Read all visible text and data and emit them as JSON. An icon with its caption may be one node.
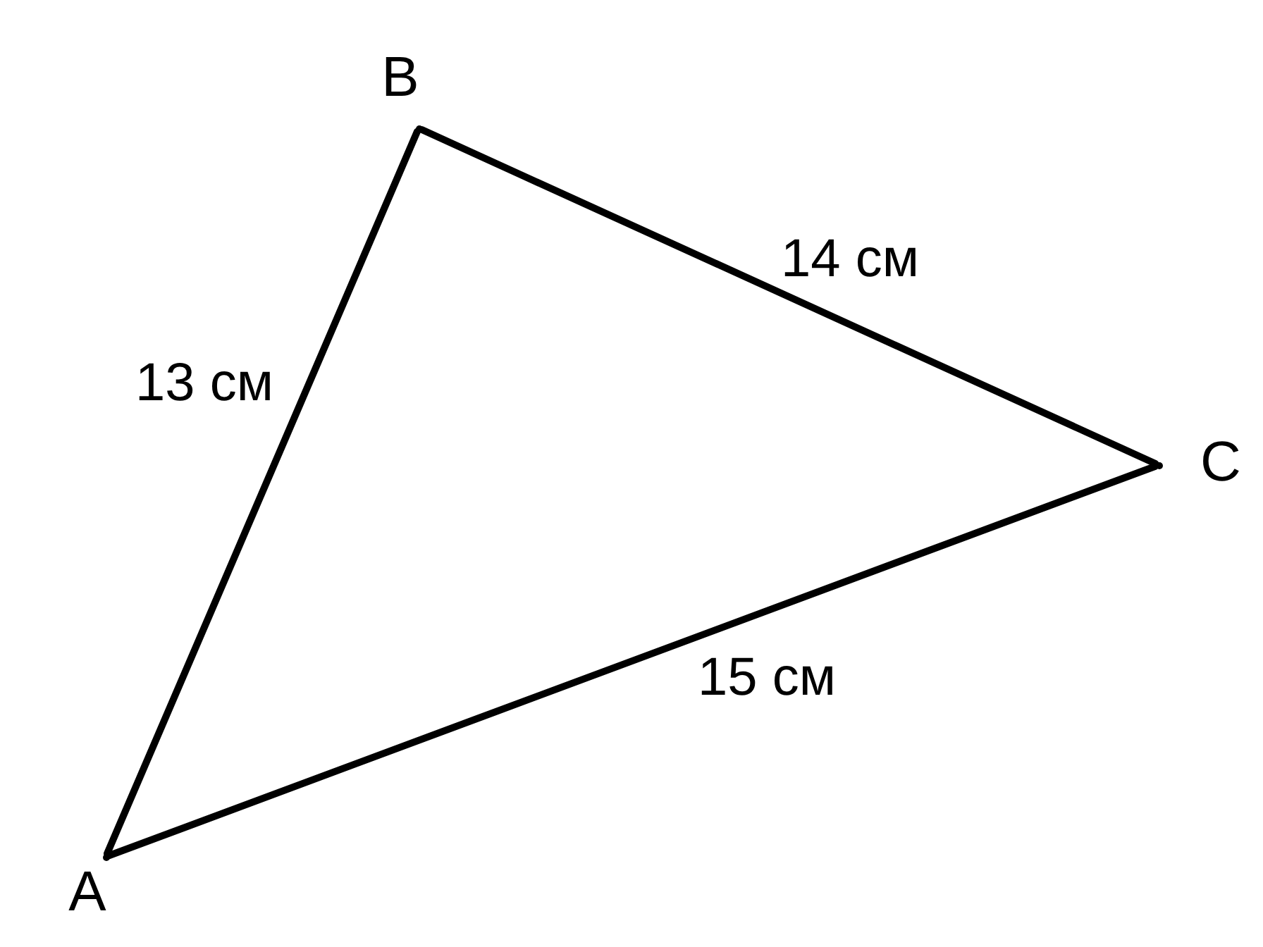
{
  "diagram": {
    "nodes": [
      {
        "text": [],
        "shape": "circle",
        "beside": [
          "A"
        ]
      },
      {
        "text": [],
        "shape": "circle",
        "beside": [
          "B"
        ]
      },
      {
        "text": [],
        "shape": "circle",
        "beside": [
          "C"
        ]
      }
    ],
    "edges": [
      {
        "from": 0,
        "to": 1,
        "arrow": "none",
        "label": "13 см"
      },
      {
        "from": 1,
        "to": 2,
        "arrow": "none",
        "label": "14 см"
      },
      {
        "from": 2,
        "to": 0,
        "arrow": "none",
        "label": "15 см"
      }
    ]
  }
}
